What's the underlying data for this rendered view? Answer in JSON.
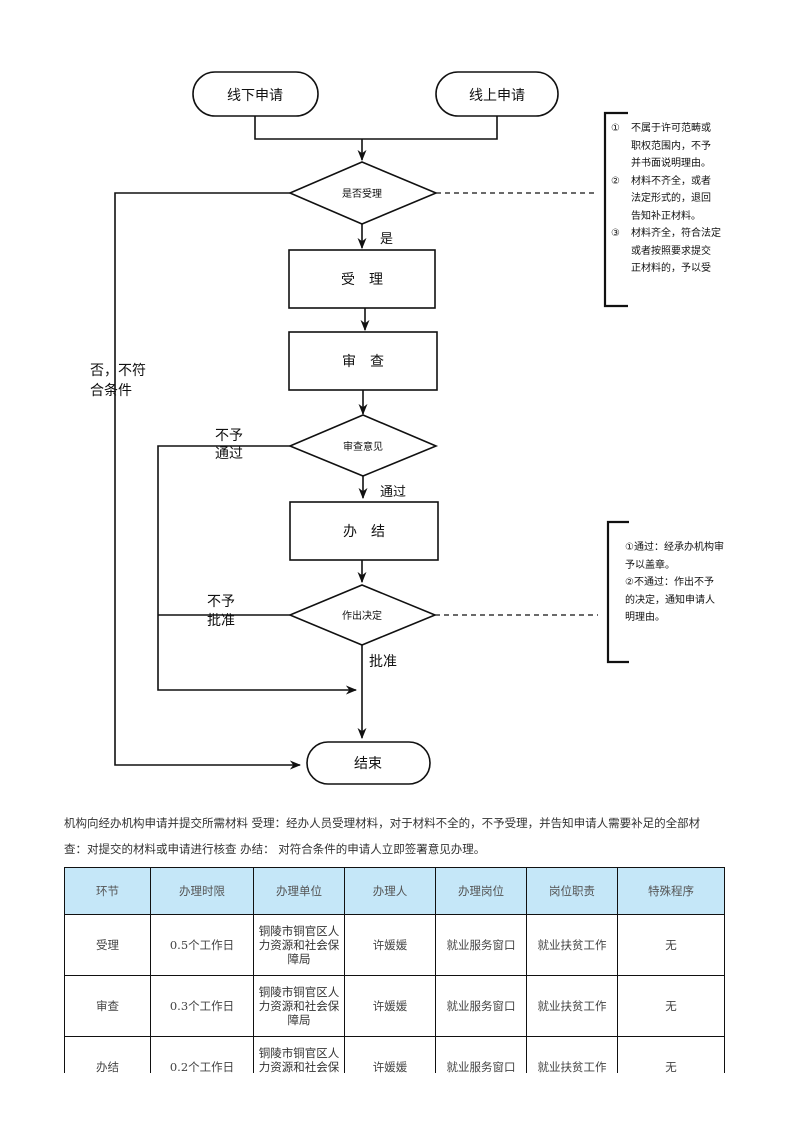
{
  "flowchart": {
    "start_offline": "线下申请",
    "start_online": "线上申请",
    "decision_accept": "是否受理",
    "label_yes": "是",
    "step_accept": "受　理",
    "label_reject": "否，不符\n合条件",
    "step_review": "审　查",
    "decision_review": "审查意见",
    "label_not_pass": "不予\n通过",
    "label_pass": "通过",
    "step_finish": "办　结",
    "decision_make": "作出决定",
    "label_not_approve": "不予\n批准",
    "label_approve": "批准",
    "end": "结束"
  },
  "note_accept": [
    {
      "num": "①",
      "lines": [
        "不属于许可范畴或",
        "职权范围内，不予",
        "并书面说明理由。"
      ]
    },
    {
      "num": "②",
      "lines": [
        "材料不齐全，或者",
        "法定形式的，退回",
        "告知补正材料。"
      ]
    },
    {
      "num": "③",
      "lines": [
        "材料齐全，符合法定",
        "或者按照要求提交",
        "正材料的，予以受"
      ]
    }
  ],
  "note_decision": [
    "①通过：经承办机构审",
    "予以盖章。",
    "②不通过：作出不予",
    "的决定，通知申请人",
    "明理由。"
  ],
  "description": [
    "机构向经办机构申请并提交所需材料  受理：经办人员受理材料，对于材料不全的，不予受理，并告知申请人需要补足的全部材",
    "查：对提交的材料或申请进行核查  办结：  对符合条件的申请人立即签署意见办理。"
  ],
  "table": {
    "headers": [
      "环节",
      "办理时限",
      "办理单位",
      "办理人",
      "办理岗位",
      "岗位职责",
      "特殊程序"
    ],
    "rows": [
      [
        "受理",
        "0.5个工作日",
        "铜陵市铜官区人力资源和社会保障局",
        "许媛媛",
        "就业服务窗口",
        "就业扶贫工作",
        "无"
      ],
      [
        "审查",
        "0.3个工作日",
        "铜陵市铜官区人力资源和社会保障局",
        "许媛媛",
        "就业服务窗口",
        "就业扶贫工作",
        "无"
      ],
      [
        "办结",
        "0.2个工作日",
        "铜陵市铜官区人力资源和社会保障局",
        "许媛媛",
        "就业服务窗口",
        "就业扶贫工作",
        "无"
      ]
    ]
  }
}
